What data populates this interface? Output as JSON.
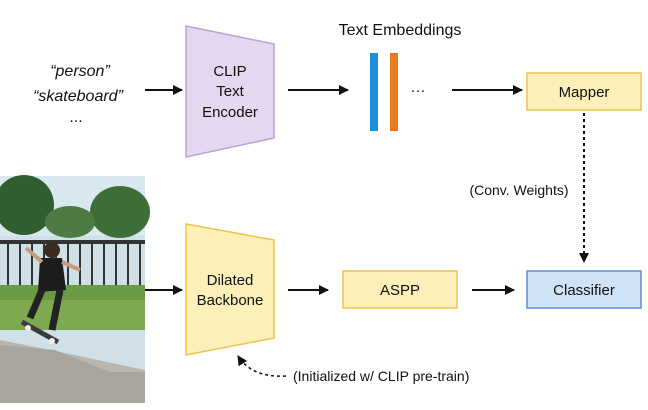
{
  "inputs": {
    "word1": "“person”",
    "word2": "“skateboard”",
    "more": "..."
  },
  "text_encoder": {
    "line1": "CLIP",
    "line2": "Text",
    "line3": "Encoder"
  },
  "embeddings": {
    "title": "Text Embeddings",
    "ellipsis": "···"
  },
  "mapper": {
    "label": "Mapper"
  },
  "conv_weights": {
    "label": "(Conv. Weights)"
  },
  "backbone": {
    "line1": "Dilated",
    "line2": "Backbone"
  },
  "aspp": {
    "label": "ASPP"
  },
  "classifier": {
    "label": "Classifier"
  },
  "init_note": {
    "label": "(Initialized w/ CLIP pre-train)"
  },
  "colors": {
    "person": "#1a9be6",
    "skateboard": "#ee7a1e",
    "encoder_fill": "#e4d7ef",
    "encoder_stroke": "#b9a3d3",
    "yellow_fill": "#fdefb8",
    "yellow_stroke": "#efc24c",
    "classifier_fill": "#cfe2f6",
    "classifier_stroke": "#5f8fd0",
    "embed_blue": "#1a8fdd",
    "embed_orange": "#ee7a1e"
  }
}
